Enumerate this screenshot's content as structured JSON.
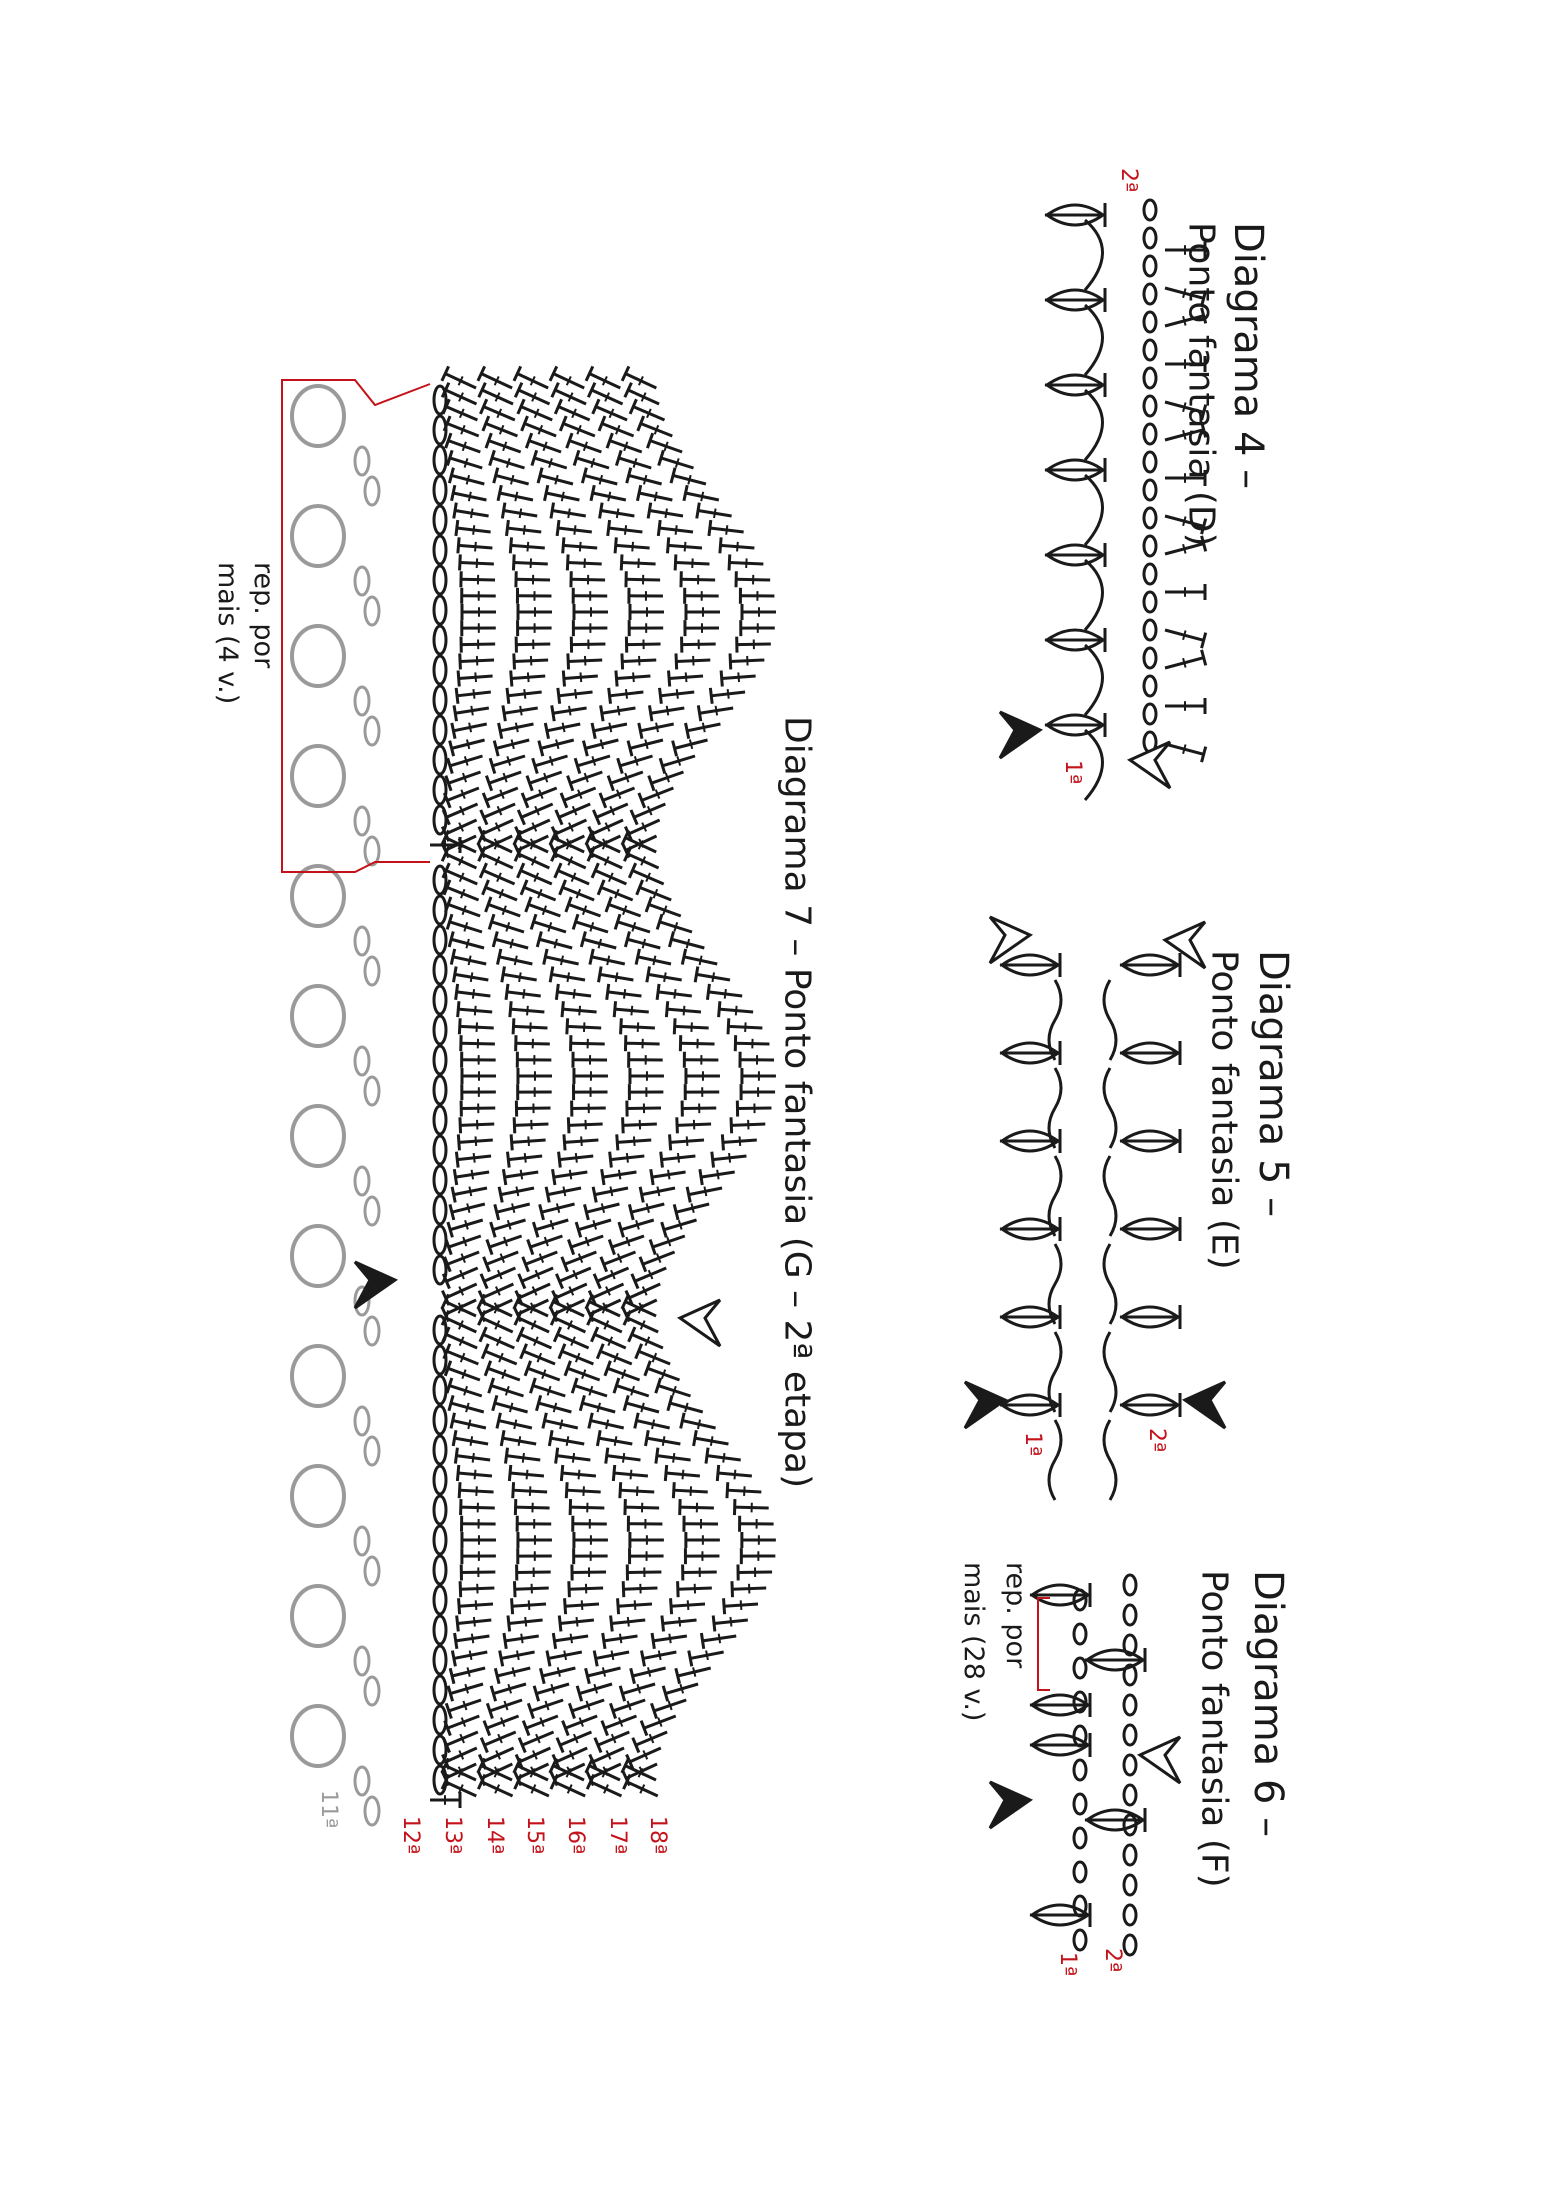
{
  "diagram4": {
    "title": "Diagrama 4 –",
    "subtitle": "Ponto fantasia (D)",
    "rows": [
      "2ª",
      "1ª"
    ]
  },
  "diagram5": {
    "title": "Diagrama 5 –",
    "subtitle": "Ponto fantasia (E)",
    "rows": [
      "2ª",
      "1ª"
    ]
  },
  "diagram6": {
    "title": "Diagrama 6 –",
    "subtitle": "Ponto fantasia (F)",
    "rows": [
      "2ª",
      "1ª"
    ],
    "repeat_line1": "rep. por",
    "repeat_line2": "mais (28 v.)"
  },
  "diagram7": {
    "title": "Diagrama 7 – Ponto fantasia (G – 2ª etapa)",
    "previous_row": "11ª",
    "rows": [
      "12ª",
      "13ª",
      "14ª",
      "15ª",
      "16ª",
      "17ª",
      "18ª"
    ],
    "repeat_line1": "rep. por",
    "repeat_line2": "mais (4 v.)"
  },
  "colors": {
    "ink": "#1a1a1a",
    "accent": "#c4121a",
    "previous": "#9a9a9a"
  }
}
